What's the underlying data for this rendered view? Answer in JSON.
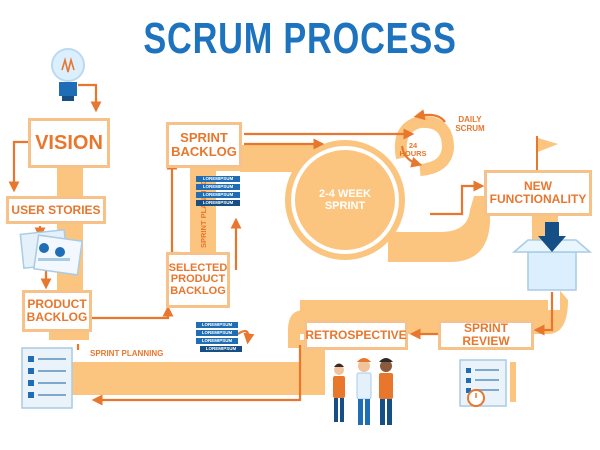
{
  "title": "SCRUM PROCESS",
  "colors": {
    "title": "#1e73be",
    "path": "#fbc57f",
    "box_text": "#e8772d",
    "arrow": "#e8772d",
    "chip_blue": "#1f6eb5",
    "chip_dark": "#164f86"
  },
  "steps": {
    "vision": "VISION",
    "user_stories": "USER STORIES",
    "product_backlog_line1": "PRODUCT",
    "product_backlog_line2": "BACKLOG",
    "sprint_backlog_line1": "SPRINT",
    "sprint_backlog_line2": "BACKLOG",
    "selected_line1": "SELECTED",
    "selected_line2": "PRODUCT",
    "selected_line3": "BACKLOG",
    "sprint_line1": "2-4 WEEK",
    "sprint_line2": "SPRINT",
    "daily_scrum_line1": "DAILY",
    "daily_scrum_line2": "SCRUM",
    "hours_line1": "24",
    "hours_line2": "HOURS",
    "new_functionality_line1": "NEW",
    "new_functionality_line2": "FUNCTIONALITY",
    "sprint_review": "SPRINT REVIEW",
    "retrospective": "RETROSPECTIVE",
    "sprint_planning_vertical": "SPRINT PLANNING",
    "sprint_planning_horizontal": "SPRINT PLANNING"
  },
  "backlog_items": [
    "LOREMIPSUM",
    "LOREMIPSUM",
    "LOREMIPSUM",
    "LOREMIPSUM"
  ],
  "planning_items": [
    "LOREMIPSUM",
    "LOREMIPSUM",
    "LOREMIPSUM",
    "LOREMIPSUM"
  ]
}
